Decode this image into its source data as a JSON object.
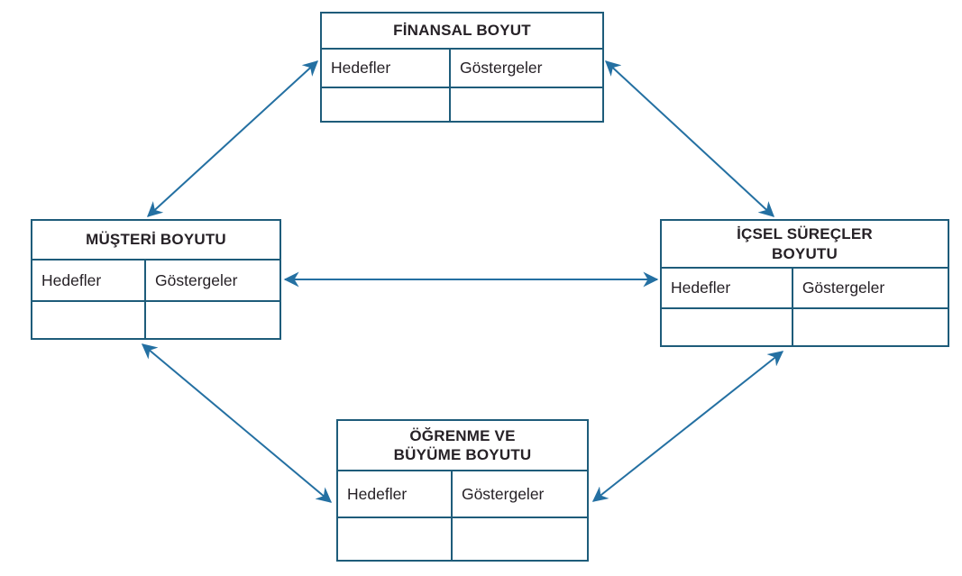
{
  "diagram": {
    "type": "balanced-scorecard",
    "colors": {
      "border": "#1e5c7a",
      "arrow": "#2470a2",
      "text": "#262126",
      "background": "#ffffff"
    },
    "boxes": {
      "finansal": {
        "title": "FİNANSAL BOYUT",
        "goals_label": "Hedefler",
        "indicators_label": "Göstergeler"
      },
      "musteri": {
        "title": "MÜŞTERİ BOYUTU",
        "goals_label": "Hedefler",
        "indicators_label": "Göstergeler"
      },
      "icsel": {
        "title": "İÇSEL SÜREÇLER\nBOYUTU",
        "goals_label": "Hedefler",
        "indicators_label": "Göstergeler"
      },
      "ogrenme": {
        "title": "ÖĞRENME VE\nBÜYÜME BOYUTU",
        "goals_label": "Hedefler",
        "indicators_label": "Göstergeler"
      }
    },
    "arrows": [
      {
        "name": "finansal-musteri",
        "bidirectional": true
      },
      {
        "name": "finansal-icsel",
        "bidirectional": true
      },
      {
        "name": "musteri-icsel",
        "bidirectional": true
      },
      {
        "name": "musteri-ogrenme",
        "bidirectional": true
      },
      {
        "name": "icsel-ogrenme",
        "bidirectional": true
      }
    ]
  }
}
